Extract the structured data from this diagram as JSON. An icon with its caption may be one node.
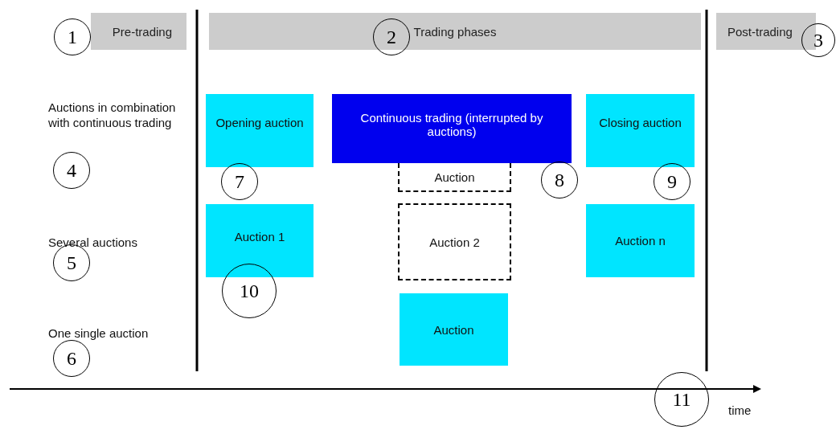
{
  "diagram": {
    "nodes": [
      {
        "text": [
          "Pre-trading"
        ]
      },
      {
        "text": [
          "Trading phases"
        ]
      },
      {
        "text": [
          "Post-trading"
        ]
      },
      {
        "text": [
          "Opening auction"
        ]
      },
      {
        "text": [
          "Auction"
        ]
      },
      {
        "text": [
          "Continuous trading (interrupted by auctions)"
        ]
      },
      {
        "text": [
          "Closing auction"
        ]
      },
      {
        "text": [
          "Auction 1"
        ]
      },
      {
        "text": [
          "Auction 2"
        ]
      },
      {
        "text": [
          "Auction n"
        ]
      },
      {
        "text": [
          "Auction"
        ]
      }
    ],
    "labels": [
      "1",
      "2",
      "3",
      "Auctions in combination with continuous trading",
      "4",
      "7",
      "8",
      "9",
      "Several auctions",
      "5",
      "10",
      "One single auction",
      "6",
      "11",
      "time"
    ]
  }
}
